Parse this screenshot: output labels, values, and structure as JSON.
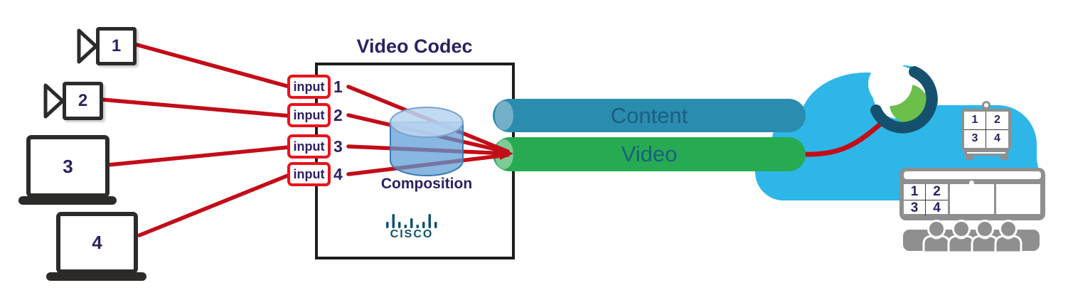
{
  "codec": {
    "title": "Video Codec",
    "inputs": [
      {
        "label": "input",
        "number": "1"
      },
      {
        "label": "input",
        "number": "2"
      },
      {
        "label": "input",
        "number": "3"
      },
      {
        "label": "input",
        "number": "4"
      }
    ],
    "composition_label": "Composition",
    "brand": "CISCO"
  },
  "sources": [
    {
      "kind": "camera",
      "number": "1"
    },
    {
      "kind": "camera",
      "number": "2"
    },
    {
      "kind": "laptop",
      "number": "3"
    },
    {
      "kind": "laptop",
      "number": "4"
    }
  ],
  "streams": {
    "content_label": "Content",
    "video_label": "Video"
  },
  "cloud_endpoints": {
    "small_monitor_grid": [
      "1",
      "2",
      "3",
      "4"
    ],
    "room_system_grid": [
      "1",
      "2",
      "3",
      "4"
    ]
  },
  "icons": {
    "camera-icon": "video camera outline (triangle lens + numbered box)",
    "laptop-icon": "dark laptop silhouette with numbered screen",
    "composition-cylinder-icon": "translucent blue database cylinder",
    "cisco-logo-icon": "cisco bridge bars wordmark",
    "cloud-icon": "light blue cloud",
    "webex-logo-icon": "dark ring with white ball and green crescent",
    "small-monitor-icon": "monitor showing 2x2 layout grid",
    "room-system-icon": "triple-screen room system with audience table"
  },
  "colors": {
    "line_red": "#c20d18",
    "input_border_red": "#e8131c",
    "label_navy": "#2c2161",
    "cloud_blue": "#2eb6e8",
    "content_pipe_blue": "#2a8cae",
    "video_pipe_green": "#27aa52",
    "pipe_label_blue": "#1a607f",
    "device_dark": "#2d2b2a",
    "endpoint_gray": "#8f8f8f",
    "cisco_teal": "#0d536f",
    "webex_ring_navy": "#15516e",
    "webex_green": "#6cbf4a",
    "cylinder_blue": "#5f9fd6"
  }
}
